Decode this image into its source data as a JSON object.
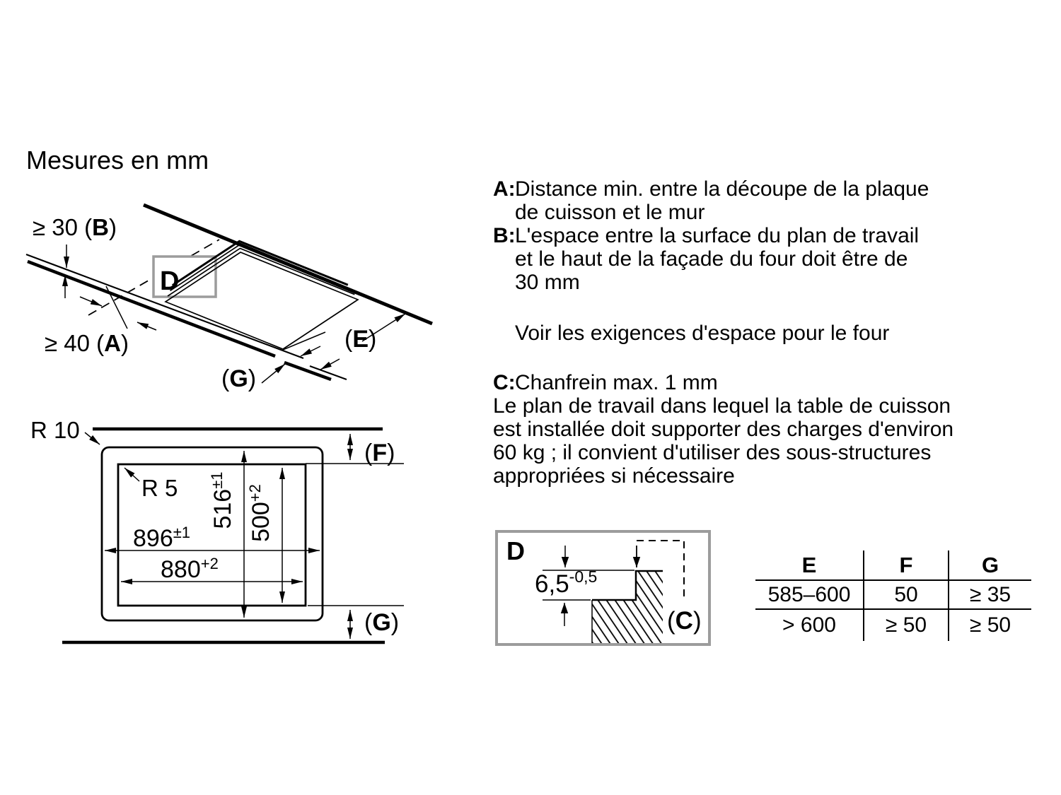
{
  "title": "Mesures en mm",
  "perspective": {
    "dim_b": {
      "pre": "≥ 30 (",
      "letter": "B",
      "post": ")"
    },
    "dim_a": {
      "pre": "≥ 40 (",
      "letter": "A",
      "post": ")"
    },
    "label_d": "D",
    "dim_e": {
      "pre": "(",
      "letter": "E",
      "post": ")"
    },
    "dim_g": {
      "pre": "(",
      "letter": "G",
      "post": ")"
    }
  },
  "plan": {
    "radius_outer": "R 10",
    "radius_inner": "R 5",
    "width_outer": {
      "base": "896",
      "sup": "±1"
    },
    "width_inner": {
      "base": "880",
      "sup": "+2"
    },
    "height_outer": {
      "base": "516",
      "sup": "±1"
    },
    "height_inner": {
      "base": "500",
      "sup": "+2"
    },
    "dim_f": {
      "pre": "(",
      "letter": "F",
      "post": ")"
    },
    "dim_g": {
      "pre": "(",
      "letter": "G",
      "post": ")"
    }
  },
  "annotations": {
    "a": {
      "label": "A:",
      "lines": [
        "Distance min. entre la découpe de la plaque",
        "de cuisson et le mur"
      ]
    },
    "b": {
      "label": "B:",
      "lines": [
        "L'espace entre la surface du plan de travail",
        "et le haut de la façade du four doit être de",
        "30 mm"
      ]
    },
    "see_oven": "Voir les exigences d'espace pour le four",
    "c": {
      "label": "C:",
      "intro": "Chanfrein max. 1 mm",
      "lines": [
        "Le plan de travail dans lequel la table de cuisson",
        "est installée doit supporter des charges d'environ",
        "60 kg ; il convient d'utiliser des sous-structures",
        "appropriées si nécessaire"
      ]
    }
  },
  "detail": {
    "label": "D",
    "dim": {
      "base": "6,5",
      "sup": "-0,5"
    },
    "dim_c": {
      "pre": "(",
      "letter": "C",
      "post": ")"
    }
  },
  "table": {
    "headers": [
      "E",
      "F",
      "G"
    ],
    "rows": [
      [
        "585–600",
        "50",
        "≥ 35"
      ],
      [
        "> 600",
        "≥ 50",
        "≥ 50"
      ]
    ]
  },
  "colors": {
    "line": "#000000",
    "frame_gray": "#9c9c9c"
  }
}
